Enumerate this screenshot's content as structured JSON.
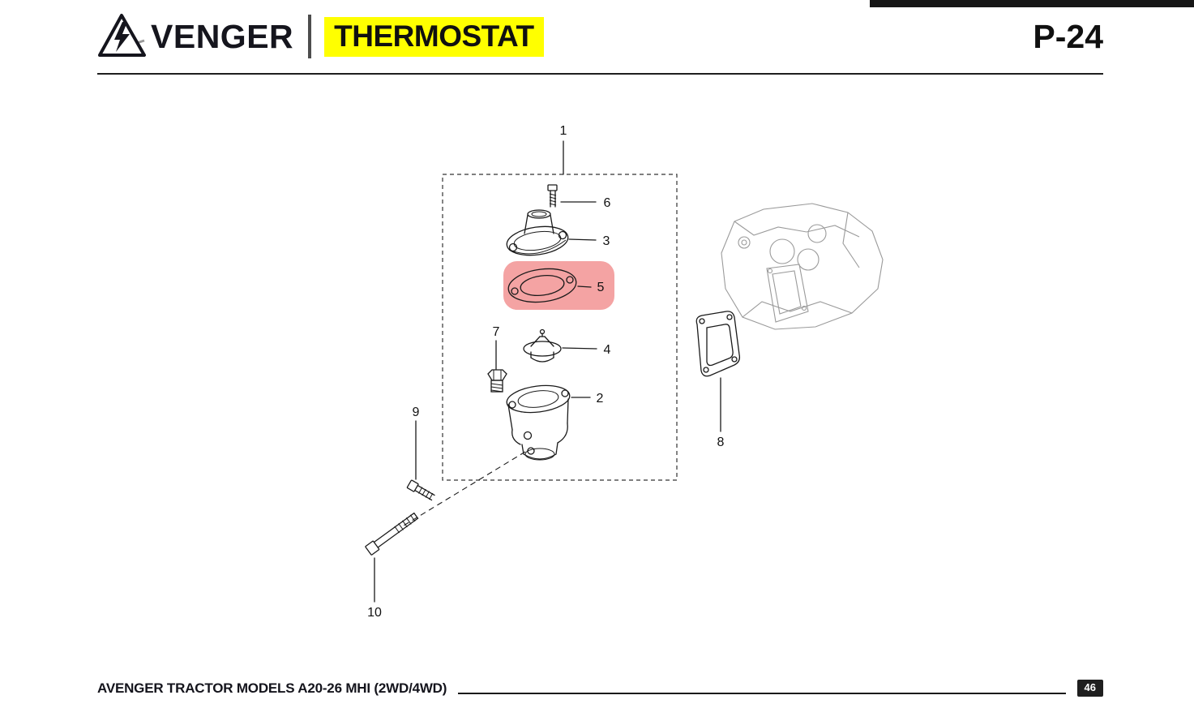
{
  "header": {
    "brand": "AVENGER",
    "brand_rest": "VENGER",
    "title": "THERMOSTAT",
    "page_ref": "P-24"
  },
  "diagram": {
    "callouts": {
      "c1": "1",
      "c2": "2",
      "c3": "3",
      "c4": "4",
      "c5": "5",
      "c6": "6",
      "c7": "7",
      "c8": "8",
      "c9": "9",
      "c10": "10"
    },
    "highlighted_part": "5",
    "highlight_color": "#ee6b6b"
  },
  "footer": {
    "models_text": "AVENGER TRACTOR MODELS A20-26 MHI (2WD/4WD)",
    "page_number": "46"
  }
}
